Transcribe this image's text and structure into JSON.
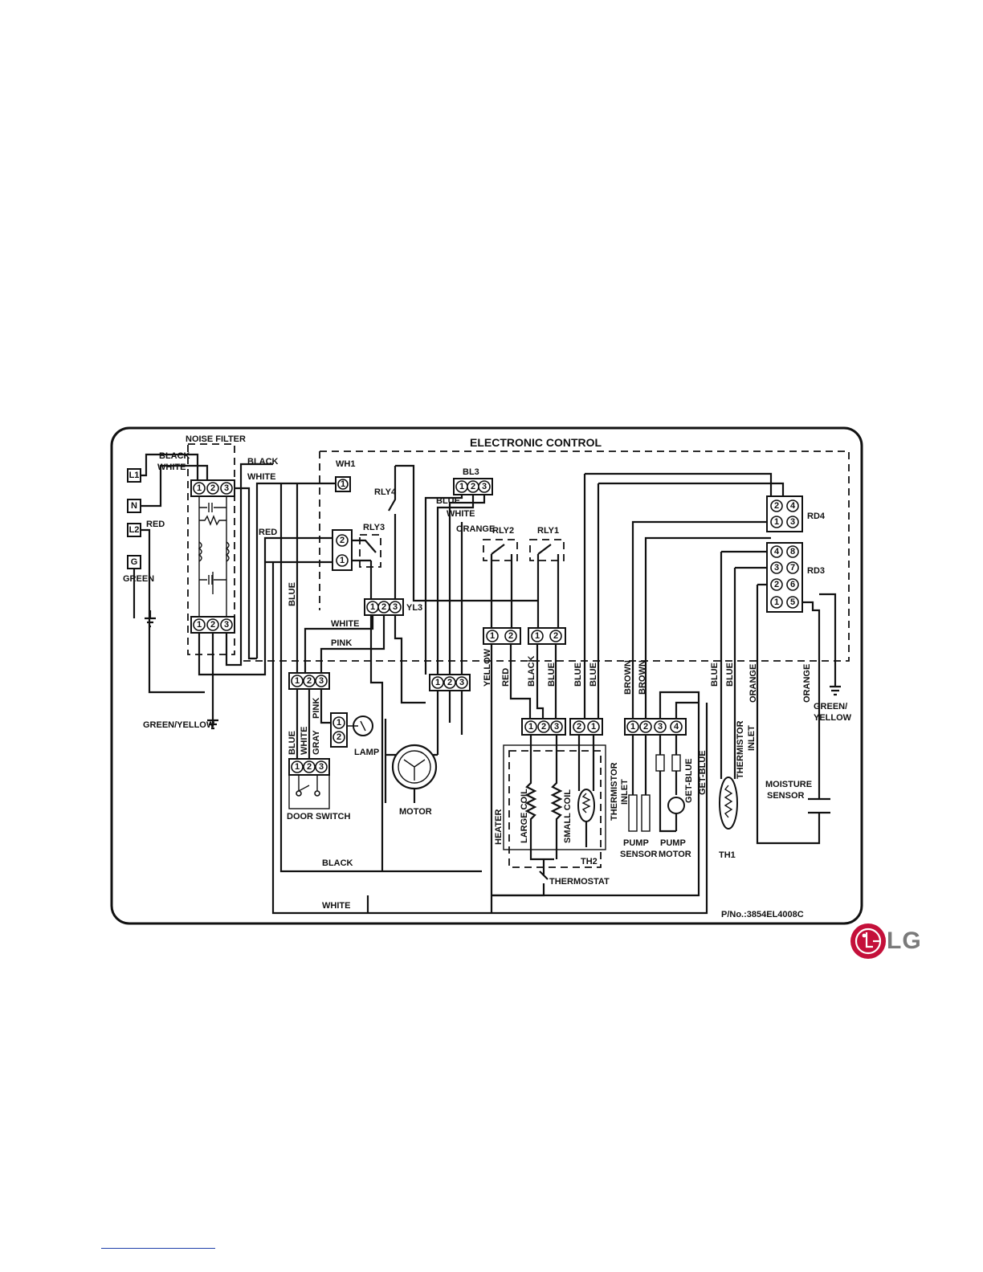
{
  "diagram": {
    "title": "ELECTRONIC CONTROL",
    "noise_filter": "NOISE FILTER",
    "part_number": "P/No.:3854EL4008C",
    "terminals": {
      "l1": "L1",
      "n": "N",
      "l2": "L2",
      "g": "G"
    },
    "wire_labels": {
      "black_nf": "BLACK",
      "white_nf": "WHITE",
      "red_l2": "RED",
      "green_g": "GREEN",
      "black_top": "BLACK",
      "white_top": "WHITE",
      "red_mid": "RED",
      "blue_v1": "BLUE",
      "white_yl3": "WHITE",
      "pink_yl3": "PINK",
      "blue_bl3": "BLUE",
      "white_bl3": "WHITE",
      "orange_bl3": "ORANGE",
      "green_yellow_left": "GREEN/YELLOW",
      "blue_ds": "BLUE",
      "white_ds": "WHITE",
      "gray_ds": "GRAY",
      "pink_ds": "PINK",
      "yellow": "YELLOW",
      "red_r": "RED",
      "black_r": "BLACK",
      "blue_r": "BLUE",
      "blue_a": "BLUE",
      "blue_b": "BLUE",
      "brown_a": "BROWN",
      "brown_b": "BROWN",
      "blue_c": "BLUE",
      "blue_d": "BLUE",
      "orange_c": "ORANGE",
      "orange_d": "ORANGE",
      "green_yellow_right_1": "GREEN/",
      "green_yellow_right_2": "YELLOW",
      "heater": "HEATER",
      "get_blue_1": "GET-BLUE",
      "get_blue_2": "GET-BLUE",
      "black_bottom": "BLACK",
      "white_bottom": "WHITE"
    },
    "components": {
      "wh1": "WH1",
      "rly4": "RLY4",
      "rly3": "RLY3",
      "bl3": "BL3",
      "rly2": "RLY2",
      "rly1": "RLY1",
      "yl3": "YL3",
      "rd4": "RD4",
      "rd3": "RD3",
      "lamp": "LAMP",
      "motor": "MOTOR",
      "door_switch": "DOOR SWITCH",
      "large_coil": "LARGE COIL",
      "small_coil": "SMALL COIL",
      "thermistor_inlet_1": "THERMISTOR",
      "thermistor_inlet_2": "INLET",
      "th2": "TH2",
      "thermostat": "THERMOSTAT",
      "pump_sensor_1": "PUMP",
      "pump_sensor_2": "SENSOR",
      "pump_motor_1": "PUMP",
      "pump_motor_2": "MOTOR",
      "th1": "TH1",
      "th1_thermistor": "THERMISTOR",
      "th1_inlet": "INLET",
      "moisture_sensor_1": "MOISTURE",
      "moisture_sensor_2": "SENSOR"
    },
    "pins": {
      "one": "1",
      "two": "2",
      "three": "3",
      "four": "4",
      "five": "5",
      "six": "6",
      "seven": "7",
      "eight": "8"
    }
  },
  "logo": {
    "text": "LG",
    "color": "#c4103a"
  }
}
